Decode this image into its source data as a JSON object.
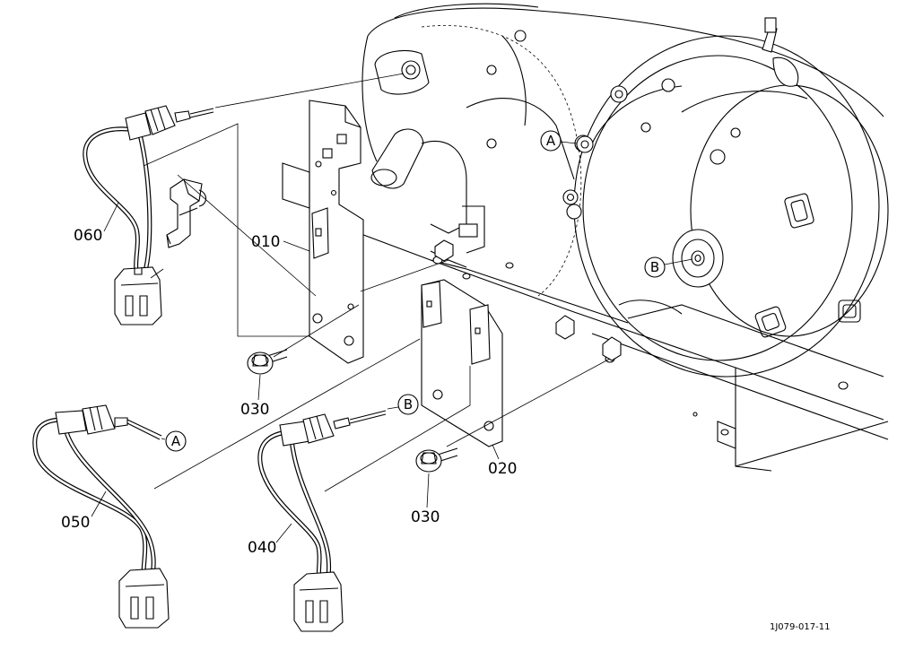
{
  "parts": {
    "p010": "010",
    "p020": "020",
    "p030a": "030",
    "p030b": "030",
    "p040": "040",
    "p050": "050",
    "p060": "060"
  },
  "callouts": {
    "a_engine": "A",
    "a_sensor": "A",
    "b_engine": "B",
    "b_sensor": "B"
  },
  "drawing_code": "1J079-017-11"
}
